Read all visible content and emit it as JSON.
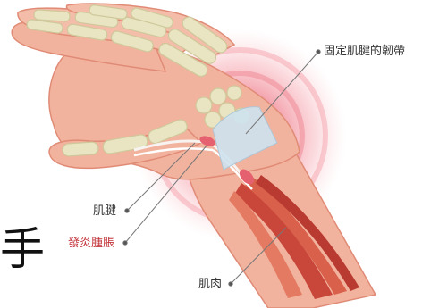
{
  "labels": {
    "retinaculum": "固定肌腱的韌帶",
    "tendon": "肌腱",
    "inflamed": "發炎腫脹",
    "muscle": "肌肉"
  },
  "partial_title": "手",
  "colors": {
    "skin": "#f2b39e",
    "skin_shadow": "#e6917a",
    "bone": "#e9e5c3",
    "bone_outline": "#cfc89a",
    "ligament": "#cfe3ef",
    "muscle": "#c9473a",
    "muscle_light": "#e47a62",
    "inflammation": "#f28a96",
    "inflammation_core": "#e54f63",
    "label_red": "#c2343a",
    "leader": "#777777"
  }
}
